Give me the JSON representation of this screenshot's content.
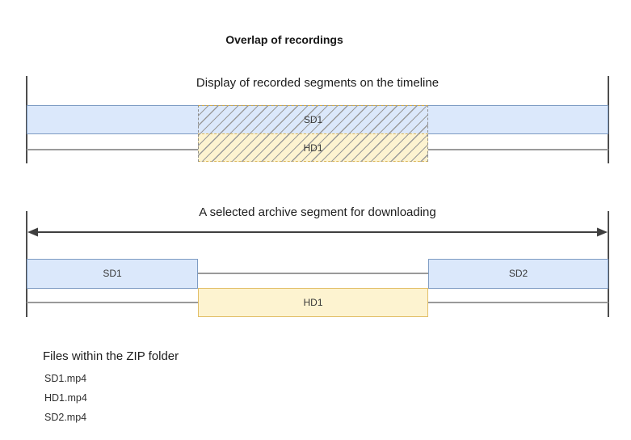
{
  "title": "Overlap of recordings",
  "timeline_diagram": {
    "caption": "Display of recorded segments on the timeline",
    "sd1_label": "SD1",
    "hd1_label": "HD1"
  },
  "archive_diagram": {
    "caption": "A selected archive segment for downloading",
    "sd1_label": "SD1",
    "hd1_label": "HD1",
    "sd2_label": "SD2"
  },
  "files": {
    "heading": "Files within the ZIP folder",
    "items": [
      "SD1.mp4",
      "HD1.mp4",
      "SD2.mp4"
    ]
  },
  "colors": {
    "sd_fill": "#dbe8fb",
    "sd_stroke": "#7d9bc3",
    "hd_fill": "#fdf3d0",
    "hd_stroke": "#e2bf68",
    "hatch_line": "#9a9a9a",
    "track_line": "#9a9a9a",
    "tick": "#4d4d4d",
    "arrow": "#3f3f3f"
  }
}
